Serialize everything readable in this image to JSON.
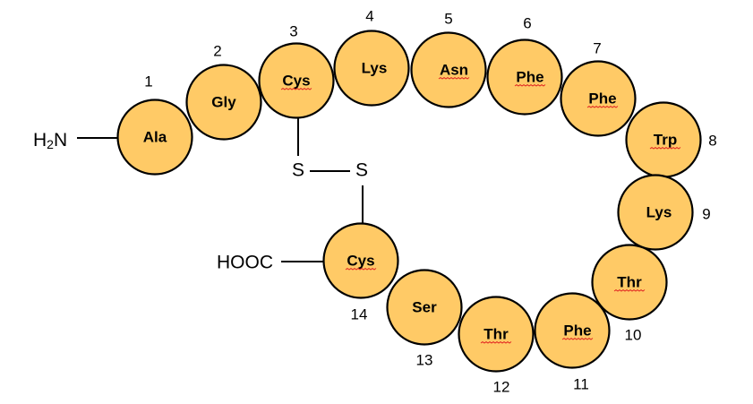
{
  "diagram": {
    "title": "Cyclic peptide with disulfide bridge",
    "fill_color": "#FFCA66",
    "n_terminus": {
      "label": "H",
      "sub": "2",
      "suffix": "N"
    },
    "c_terminus": {
      "label": "HOOC"
    },
    "disulfide": {
      "s1": "S",
      "s2": "S"
    },
    "residues": [
      {
        "number": "1",
        "name": "Ala",
        "spellcheck": false
      },
      {
        "number": "2",
        "name": "Gly",
        "spellcheck": false
      },
      {
        "number": "3",
        "name": "Cys",
        "spellcheck": true
      },
      {
        "number": "4",
        "name": "Lys",
        "spellcheck": false
      },
      {
        "number": "5",
        "name": "Asn",
        "spellcheck": true
      },
      {
        "number": "6",
        "name": "Phe",
        "spellcheck": true
      },
      {
        "number": "7",
        "name": "Phe",
        "spellcheck": true
      },
      {
        "number": "8",
        "name": "Trp",
        "spellcheck": true
      },
      {
        "number": "9",
        "name": "Lys",
        "spellcheck": false
      },
      {
        "number": "10",
        "name": "Thr",
        "spellcheck": true
      },
      {
        "number": "11",
        "name": "Phe",
        "spellcheck": true
      },
      {
        "number": "12",
        "name": "Thr",
        "spellcheck": true
      },
      {
        "number": "13",
        "name": "Ser",
        "spellcheck": false
      },
      {
        "number": "14",
        "name": "Cys",
        "spellcheck": true
      }
    ]
  }
}
